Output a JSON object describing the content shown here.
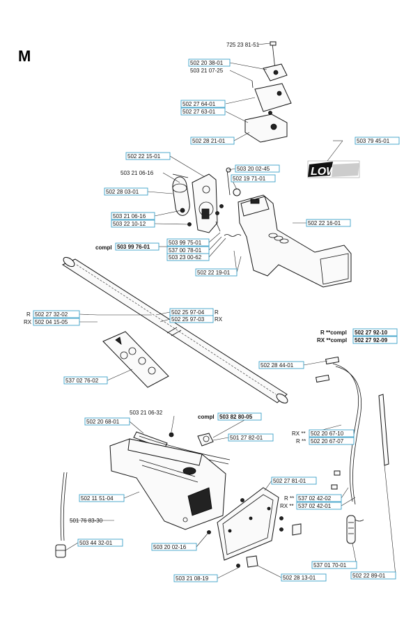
{
  "section_letter": "M",
  "labels": {
    "p_725238151": "725 23 81-51",
    "p_502203801": "502 20 38-01",
    "p_503210725": "503 21 07-25",
    "p_502276401": "502 27 64-01",
    "p_502276301": "502 27 63-01",
    "p_502282101": "502 28 21-01",
    "p_503794501": "503 79 45-01",
    "p_502221501": "502 22 15-01",
    "p_503210616a": "503 21 06-16",
    "p_503200245": "503 20 02-45",
    "p_502197101": "502 19 71-01",
    "p_502280301": "502 28 03-01",
    "p_503210616b": "503 21 06-16",
    "p_503221012": "503 22 10-12",
    "p_502221601": "502 22 16-01",
    "compl_word_1": "compl",
    "p_503997601": "503 99 76-01",
    "p_503997501": "503 99 75-01",
    "p_537007801": "537 00 78-01",
    "p_503230062": "503 23 00-62",
    "p_502221901": "502 22 19-01",
    "r_prefix_1": "R",
    "rx_prefix_1": "RX",
    "p_502273202": "502 27 32-02",
    "p_502041505": "502 04 15-05",
    "p_502259704": "502 25 97-04",
    "p_502259703": "502 25 97-03",
    "r_suffix_1": "R",
    "rx_suffix_1": "RX",
    "r_compl_prefix": "R **compl",
    "rx_compl_prefix": "RX **compl",
    "p_502279210": "502 27 92-10",
    "p_502279209": "502 27 92-09",
    "p_502284401": "502 28 44-01",
    "p_537027602": "537 02 76-02",
    "p_503210632": "503 21 06-32",
    "p_502206801": "502 20 68-01",
    "compl_word_2": "compl",
    "p_503828005": "503 82 80-05",
    "p_501278201": "501 27 82-01",
    "rx_prefix_2": "RX **",
    "r_prefix_2": "R **",
    "p_502206710": "502 20 67-10",
    "p_502206707": "502 20 67-07",
    "p_502115104": "502 11 51-04",
    "p_502278101": "502 27 81-01",
    "p_501768330": "501 76 83-30",
    "r_prefix_3": "R **",
    "rx_prefix_3": "RX **",
    "p_537024202": "537 02 42-02",
    "p_537024201": "537 02 42-01",
    "p_503443201": "503 44 32-01",
    "p_503200216": "503 20 02-16",
    "p_537017001": "537 01 70-01",
    "p_503210819": "503 21 08-19",
    "p_502281301": "502 28 13-01",
    "p_502228901": "502 22 89-01"
  },
  "decal_text": "LOW"
}
